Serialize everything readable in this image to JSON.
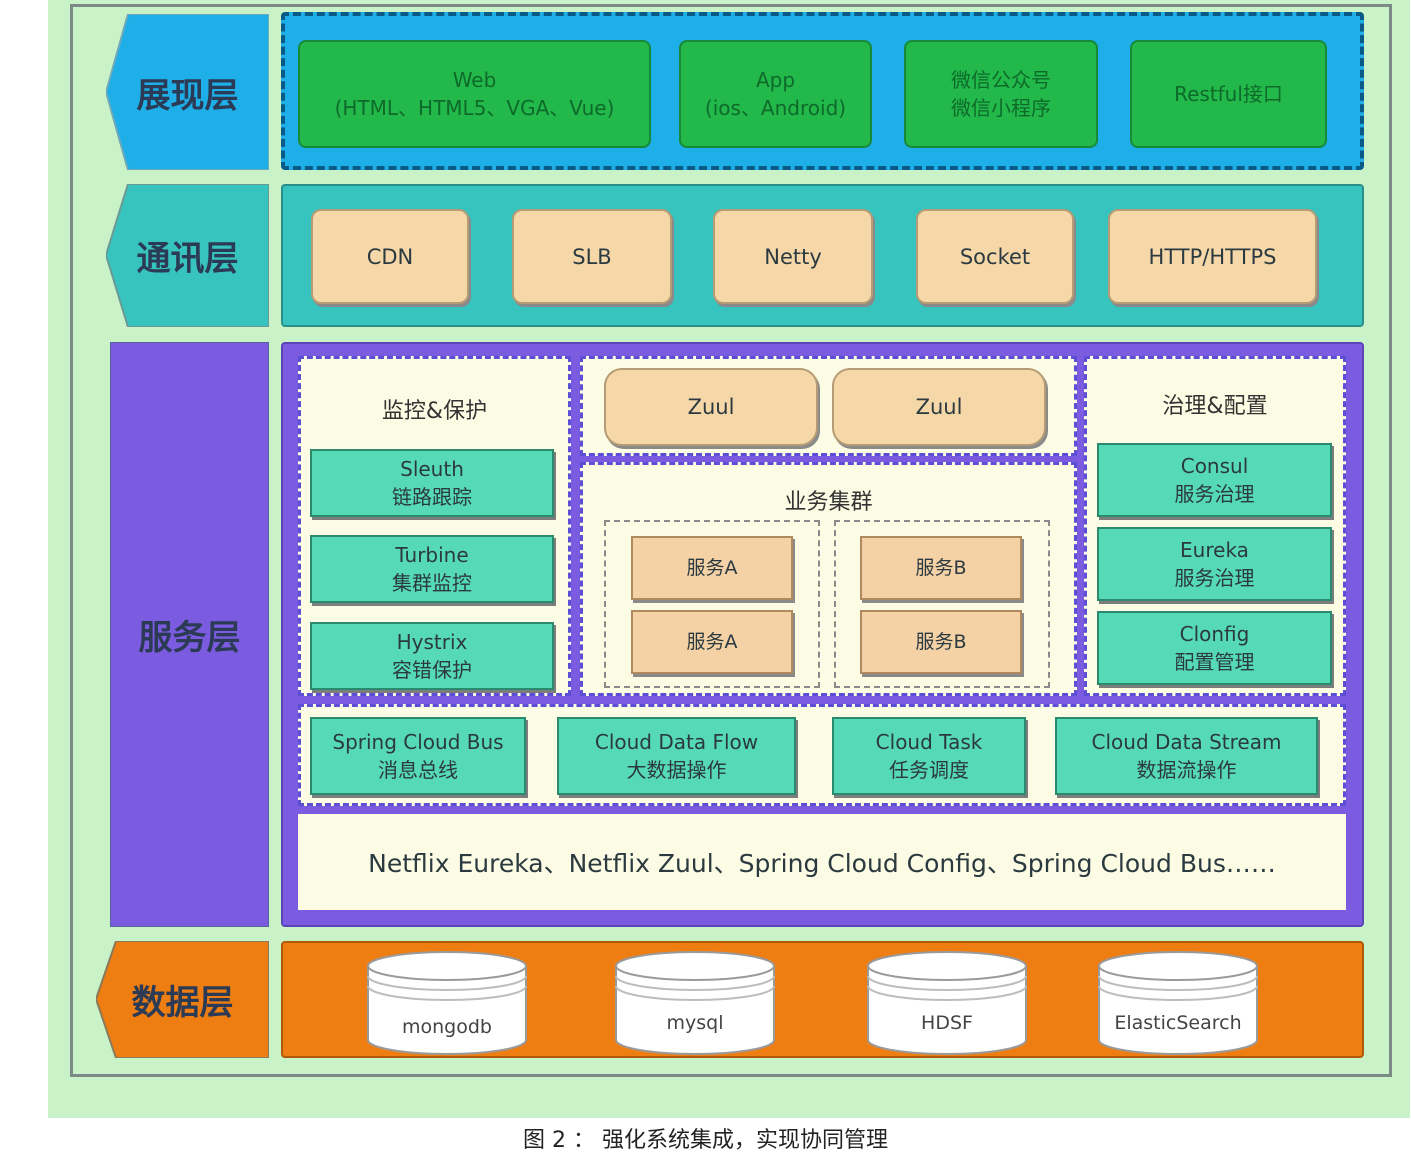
{
  "caption": "图 2 ： 强化系统集成，实现协同管理",
  "layers": {
    "presentation": "展现层",
    "communication": "通讯层",
    "service": "服务层",
    "data": "数据层"
  },
  "presentation": [
    {
      "line1": "Web",
      "line2": "(HTML、HTML5、VGA、Vue)"
    },
    {
      "line1": "App",
      "line2": "(ios、Android)"
    },
    {
      "line1": "微信公众号",
      "line2": "微信小程序"
    },
    {
      "line1": "Restful接口",
      "line2": ""
    }
  ],
  "communication": [
    "CDN",
    "SLB",
    "Netty",
    "Socket",
    "HTTP/HTTPS"
  ],
  "service": {
    "monitor_title": "监控&保护",
    "monitor": [
      {
        "line1": "Sleuth",
        "line2": "链路跟踪"
      },
      {
        "line1": "Turbine",
        "line2": "集群监控"
      },
      {
        "line1": "Hystrix",
        "line2": "容错保护"
      }
    ],
    "gateway": [
      "Zuul",
      "Zuul"
    ],
    "cluster_title": "业务集群",
    "cluster_a": [
      "服务A",
      "服务A"
    ],
    "cluster_b": [
      "服务B",
      "服务B"
    ],
    "governance_title": "治理&配置",
    "governance": [
      {
        "line1": "Consul",
        "line2": "服务治理"
      },
      {
        "line1": "Eureka",
        "line2": "服务治理"
      },
      {
        "line1": "Clonfig",
        "line2": "配置管理"
      }
    ],
    "bus": [
      {
        "line1": "Spring Cloud Bus",
        "line2": "消息总线"
      },
      {
        "line1": "Cloud Data Flow",
        "line2": "大数据操作"
      },
      {
        "line1": "Cloud Task",
        "line2": "任务调度"
      },
      {
        "line1": "Cloud Data Stream",
        "line2": "数据流操作"
      }
    ],
    "foundation": "Netflix Eureka、Netflix Zuul、Spring Cloud Config、Spring Cloud Bus……"
  },
  "data_stores": [
    "mongodb",
    "mysql",
    "HDSF",
    "ElasticSearch"
  ],
  "colors": {
    "background": "#c9f2c9",
    "presentation_band": "#1eaee8",
    "communication_band": "#38c4be",
    "service_band": "#7b5ce0",
    "data_band": "#ee7d12",
    "green_box": "#22b84a",
    "tan_box": "#f5d7a8",
    "teal_box": "#56d9b6"
  }
}
